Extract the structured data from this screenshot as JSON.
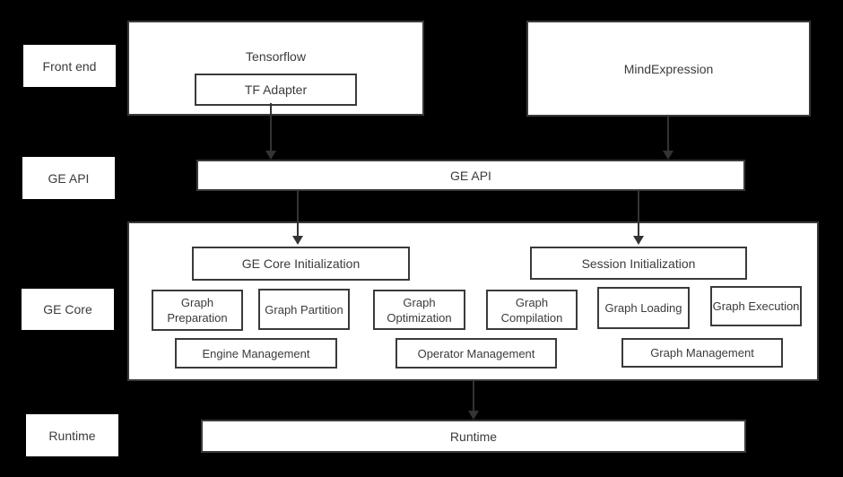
{
  "colors": {
    "background": "#000000",
    "box_fill": "#ffffff",
    "border": "#3a3a3a",
    "text": "#3b3b3b",
    "arrow": "#333333"
  },
  "layers": {
    "front_end": "Front end",
    "ge_api": "GE API",
    "ge_core": "GE Core",
    "runtime": "Runtime"
  },
  "front_end": {
    "tensorflow": "Tensorflow",
    "tf_adapter": "TF Adapter",
    "mindexpression": "MindExpression"
  },
  "ge_api": {
    "label": "GE API"
  },
  "ge_core": {
    "ge_core_initialization": "GE Core Initialization",
    "session_initialization": "Session Initialization",
    "modules": [
      "Graph Preparation",
      "Graph Partition",
      "Graph Optimization",
      "Graph Compilation",
      "Graph Loading",
      "Graph Execution"
    ],
    "managers": [
      "Engine Management",
      "Operator Management",
      "Graph Management"
    ]
  },
  "runtime": {
    "label": "Runtime"
  }
}
